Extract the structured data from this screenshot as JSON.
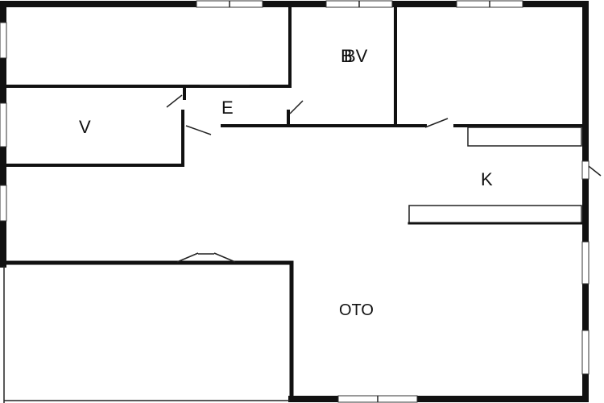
{
  "rooms": {
    "bv": "BV",
    "bv_overlap": "B",
    "e": "E",
    "v": "V",
    "k": "K",
    "oto": "OTO"
  }
}
